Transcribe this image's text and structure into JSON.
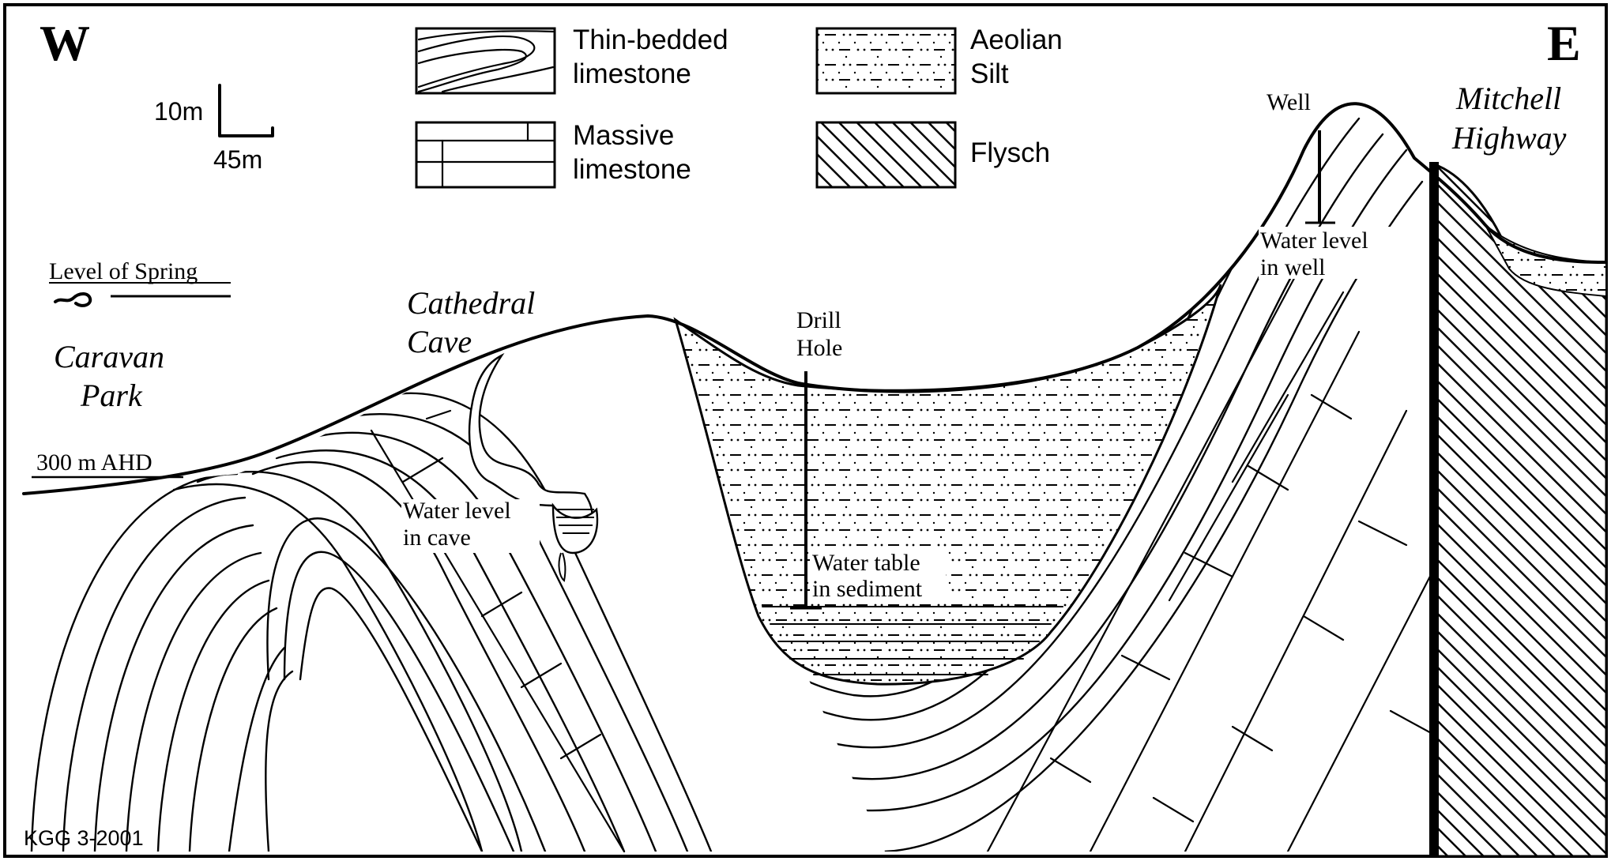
{
  "orientation": {
    "west": "W",
    "east": "E"
  },
  "scale": {
    "vertical": "10m",
    "horizontal": "45m"
  },
  "legend": {
    "thin_bedded_line1": "Thin-bedded",
    "thin_bedded_line2": "limestone",
    "massive_line1": "Massive",
    "massive_line2": "limestone",
    "aeolian_line1": "Aeolian",
    "aeolian_line2": "Silt",
    "flysch": "Flysch"
  },
  "labels": {
    "level_of_spring": "Level of Spring",
    "caravan_park_line1": "Caravan",
    "caravan_park_line2": "Park",
    "datum": "300 m AHD",
    "cathedral_cave_line1": "Cathedral",
    "cathedral_cave_line2": "Cave",
    "water_level_cave_line1": "Water level",
    "water_level_cave_line2": "in cave",
    "drill_hole_line1": "Drill",
    "drill_hole_line2": "Hole",
    "water_table_line1": "Water table",
    "water_table_line2": "in sediment",
    "well": "Well",
    "water_level_well_line1": "Water level",
    "water_level_well_line2": "in well",
    "mitchell_highway_line1": "Mitchell",
    "mitchell_highway_line2": "Highway",
    "credit": "KGG 3-2001"
  },
  "colors": {
    "ink": "#000000",
    "paper": "#ffffff"
  }
}
